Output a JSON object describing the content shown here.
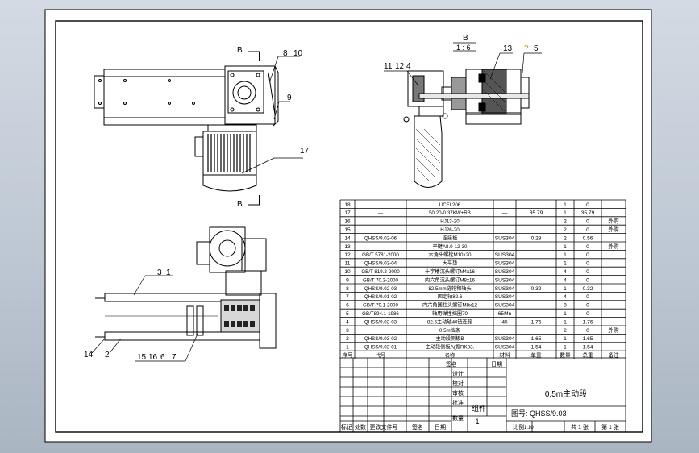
{
  "section_view_label": "B",
  "scale_label": "1 : 6",
  "arrow_label_top": "B",
  "arrow_label_bottom": "B",
  "callouts": {
    "c8": "8",
    "c10": "10",
    "c9": "9",
    "c17": "17",
    "c11": "11",
    "c12": "12",
    "c4": "4",
    "c13": "13",
    "c5": "5",
    "cq": "?",
    "c3": "3",
    "c1": "1",
    "c14": "14",
    "c2": "2",
    "c15": "15",
    "c16": "16",
    "c6": "6",
    "c7": "7"
  },
  "bom": {
    "rows": [
      {
        "no": "18",
        "code": "",
        "name": "UCFL206",
        "mat": "",
        "w": "",
        "qty": "1",
        "tw": "0",
        "note": ""
      },
      {
        "no": "17",
        "code": "—",
        "name": "50.20-0.37KW+RB",
        "mat": "—",
        "w": "35.79",
        "qty": "1",
        "tw": "35.79",
        "note": ""
      },
      {
        "no": "16",
        "code": "",
        "name": "HJ13-20",
        "mat": "",
        "w": "",
        "qty": "2",
        "tw": "0",
        "note": "外购"
      },
      {
        "no": "15",
        "code": "",
        "name": "HJ26-20",
        "mat": "",
        "w": "",
        "qty": "2",
        "tw": "0",
        "note": "外购"
      },
      {
        "no": "14",
        "code": "QHSS/9.02-06",
        "name": "连接板",
        "mat": "SUS304",
        "w": "0.28",
        "qty": "2",
        "tw": "0.56",
        "note": ""
      },
      {
        "no": "13",
        "code": "",
        "name": "平键A8.0-12-30",
        "mat": "",
        "w": "",
        "qty": "1",
        "tw": "0",
        "note": "外购"
      },
      {
        "no": "12",
        "code": "GB/T 5781-2000",
        "name": "六角头螺栓M10x20",
        "mat": "SUS304",
        "w": "",
        "qty": "1",
        "tw": "0",
        "note": ""
      },
      {
        "no": "11",
        "code": "QHSS/9.03-04",
        "name": "大平垫",
        "mat": "SUS304",
        "w": "",
        "qty": "1",
        "tw": "0",
        "note": ""
      },
      {
        "no": "10",
        "code": "GB/T 819.2-2000",
        "name": "十字槽沉头螺钉M4x16",
        "mat": "SUS304",
        "w": "",
        "qty": "4",
        "tw": "0",
        "note": ""
      },
      {
        "no": "9",
        "code": "GB/T 70.3-2000",
        "name": "内六角沉头螺钉M8x16",
        "mat": "SUS304",
        "w": "",
        "qty": "4",
        "tw": "0",
        "note": ""
      },
      {
        "no": "8",
        "code": "QHSS/9.02-03",
        "name": "82.5mm链轮和轴头",
        "mat": "SUS304",
        "w": "0.32",
        "qty": "1",
        "tw": "0.32",
        "note": ""
      },
      {
        "no": "7",
        "code": "QHSS/9.01-02",
        "name": "固定轴82.6",
        "mat": "SUS304",
        "w": "",
        "qty": "4",
        "tw": "0",
        "note": ""
      },
      {
        "no": "6",
        "code": "GB/T 70.1-2000",
        "name": "内六角圆柱头螺钉M8x12",
        "mat": "SUS304",
        "w": "",
        "qty": "8",
        "tw": "0",
        "note": ""
      },
      {
        "no": "5",
        "code": "GB/T894.1-1986",
        "name": "轴用弹性挡圈70",
        "mat": "65Mn",
        "w": "",
        "qty": "1",
        "tw": "0",
        "note": ""
      },
      {
        "no": "4",
        "code": "QHSS/9.03-03",
        "name": "82.5主动轴40链连箱",
        "mat": "45",
        "w": "1.76",
        "qty": "1",
        "tw": "1.76",
        "note": ""
      },
      {
        "no": "3",
        "code": "",
        "name": "0.5m挡条",
        "mat": "",
        "w": "",
        "qty": "2",
        "tw": "0",
        "note": "外购"
      },
      {
        "no": "2",
        "code": "QHSS/9.03-02",
        "name": "主动段侧板B",
        "mat": "SUS304",
        "w": "1.65",
        "qty": "1",
        "tw": "1.65",
        "note": ""
      },
      {
        "no": "1",
        "code": "QHSS/9.03-01",
        "name": "主动段侧板A(帽RK83.",
        "mat": "SUS304",
        "w": "1.54",
        "qty": "1",
        "tw": "1.54",
        "note": ""
      }
    ],
    "header": {
      "no": "序号",
      "code": "代号",
      "name": "名称",
      "qty": "数量",
      "mat": "材料",
      "w": "单重",
      "tw": "总重",
      "note": "备注"
    }
  },
  "title_block": {
    "drawing_name": "0.5m主动段",
    "drawing_no": "图号: QHSS/9.03",
    "unit": "组件",
    "qty_label": "数量",
    "qty_value": "1",
    "sign_label": "签名",
    "date_label": "日期",
    "roles": [
      "设计",
      "校对",
      "审核",
      "批准"
    ],
    "revision": {
      "mark": "标记",
      "count": "处数",
      "doc": "更改文件号",
      "sign": "签名",
      "date": "日期"
    },
    "scale_label": "比例",
    "scale_value": "1:10",
    "sheets_total": "共 1 张",
    "sheet_no": "第 1 张"
  }
}
